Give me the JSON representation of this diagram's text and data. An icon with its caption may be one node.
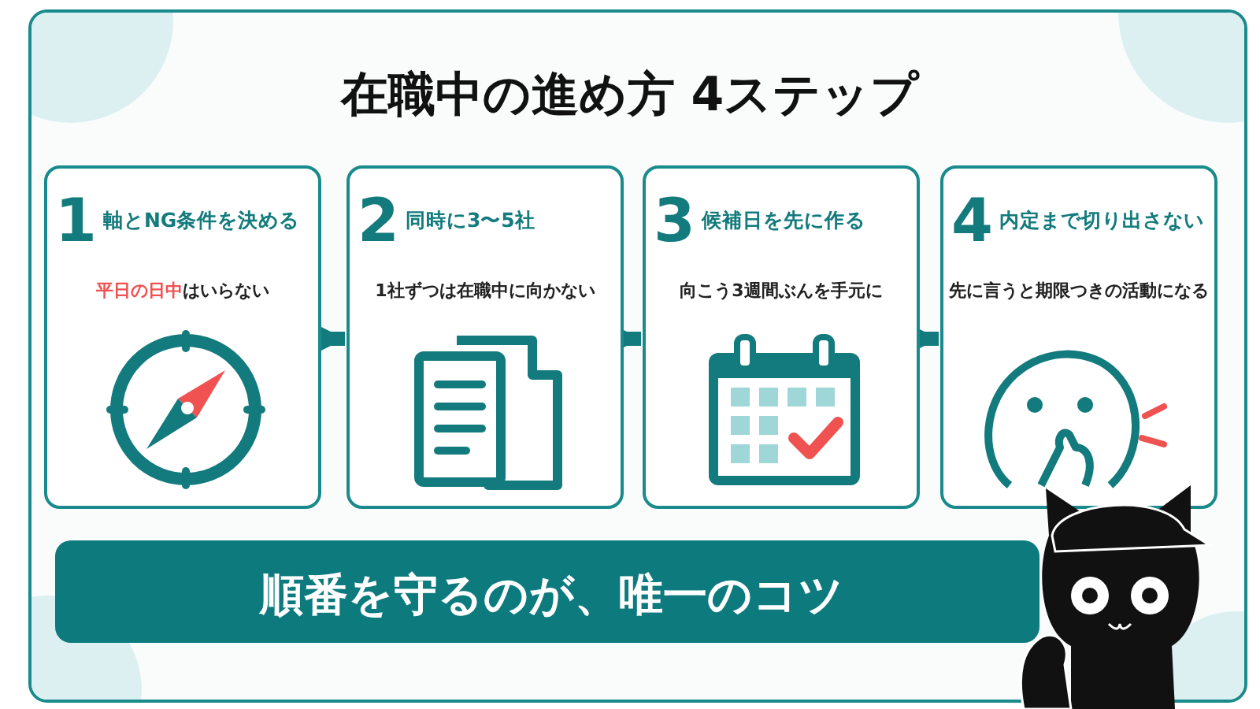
{
  "diagram": {
    "title": "在職中の進め方 4ステップ",
    "nodes": [
      {
        "text": [
          "1",
          "軸とNG条件を決める",
          "**平日の日中**はいらない"
        ]
      },
      {
        "text": [
          "2",
          "同時に3〜5社",
          "1社ずつは在職中に向かない"
        ]
      },
      {
        "text": [
          "3",
          "候補日を先に作る",
          "向こう3週間ぶんを手元に"
        ]
      },
      {
        "text": [
          "4",
          "内定まで切り出さない",
          "先に言うと期限つきの活動になる"
        ]
      },
      {
        "text": [
          "順番を守るのが、唯一のコツ"
        ]
      }
    ],
    "edges": [
      {
        "from": 0,
        "to": 1,
        "arrow": "to"
      },
      {
        "from": 1,
        "to": 2,
        "arrow": "to"
      },
      {
        "from": 2,
        "to": 3,
        "arrow": "to"
      }
    ]
  }
}
